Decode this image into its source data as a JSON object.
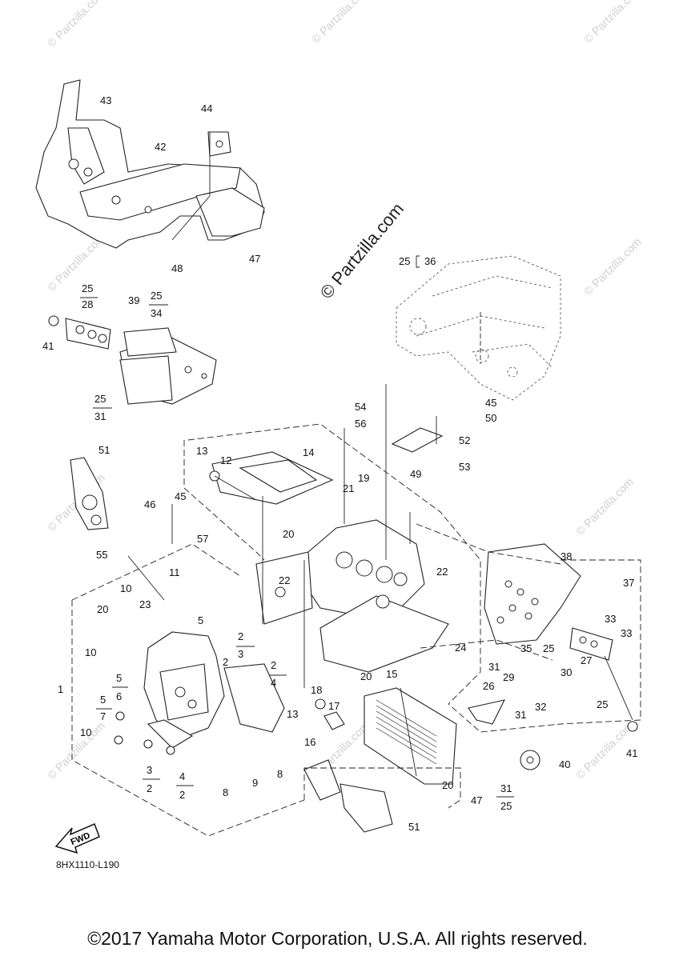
{
  "diagram": {
    "drawing_code": "8HX1110-L190",
    "copyright": "©2017 Yamaha Motor Corporation, U.S.A. All rights reserved.",
    "fwd_label": "FWD",
    "watermark_center": "© Partzilla.com",
    "watermark_small": "© Partzilla.com",
    "callouts": [
      "1",
      "2",
      "3",
      "4",
      "5",
      "6",
      "7",
      "8",
      "9",
      "10",
      "11",
      "12",
      "13",
      "14",
      "15",
      "16",
      "17",
      "18",
      "19",
      "20",
      "21",
      "22",
      "23",
      "24",
      "25",
      "26",
      "27",
      "28",
      "29",
      "30",
      "31",
      "32",
      "33",
      "34",
      "35",
      "36",
      "37",
      "38",
      "39",
      "40",
      "41",
      "42",
      "43",
      "44",
      "45",
      "46",
      "47",
      "48",
      "49",
      "50",
      "51",
      "52",
      "53",
      "54",
      "55",
      "56",
      "57"
    ]
  }
}
